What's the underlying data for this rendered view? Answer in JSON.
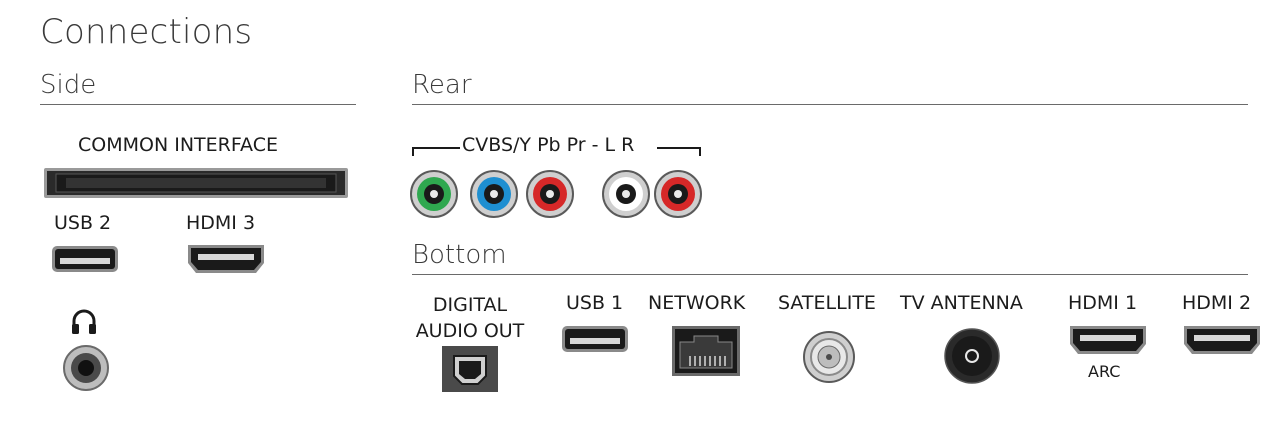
{
  "title": "Connections",
  "side": {
    "heading": "Side",
    "common_interface": "COMMON INTERFACE",
    "usb2": "USB 2",
    "hdmi3": "HDMI 3"
  },
  "rear": {
    "heading": "Rear",
    "cvbs_label": "CVBS/Y Pb Pr - L R"
  },
  "bottom": {
    "heading": "Bottom",
    "digital_audio_out_line1": "DIGITAL",
    "digital_audio_out_line2": "AUDIO OUT",
    "usb1": "USB 1",
    "network": "NETWORK",
    "satellite": "SATELLITE",
    "tv_antenna": "TV ANTENNA",
    "hdmi1": "HDMI 1",
    "hdmi1_sub": "ARC",
    "hdmi2": "HDMI 2"
  },
  "colors": {
    "green_jack": "#2fa84f",
    "blue_jack": "#1e8fd1",
    "red_jack": "#d62828",
    "white_jack": "#ffffff"
  },
  "icons": [
    "headphone-icon"
  ]
}
